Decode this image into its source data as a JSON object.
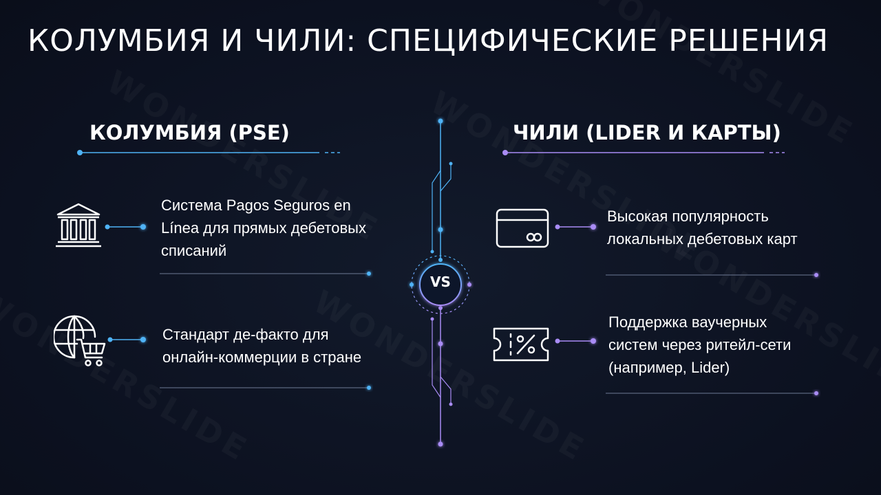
{
  "slide": {
    "title": "КОЛУМБИЯ И ЧИЛИ: СПЕЦИФИЧЕСКИЕ РЕШЕНИЯ",
    "watermark": "WONDERSLIDE"
  },
  "left": {
    "heading": "КОЛУМБИЯ (PSE)",
    "accent": "#4fb3f6",
    "items": [
      {
        "icon": "bank-icon",
        "text": "Система Pagos Seguros en Línea для прямых дебетовых списаний"
      },
      {
        "icon": "globe-cart-icon",
        "text": "Стандарт де-факто для онлайн-коммерции в стране"
      }
    ]
  },
  "right": {
    "heading": "ЧИЛИ (LIDER И КАРТЫ)",
    "accent": "#a98cf5",
    "items": [
      {
        "icon": "credit-card-icon",
        "text": "Высокая популярность локальных дебетовых карт"
      },
      {
        "icon": "voucher-percent-icon",
        "text": "Поддержка ваучерных систем через ритейл-сети (например, Lider)"
      }
    ]
  },
  "center": {
    "vs_label": "VS"
  }
}
